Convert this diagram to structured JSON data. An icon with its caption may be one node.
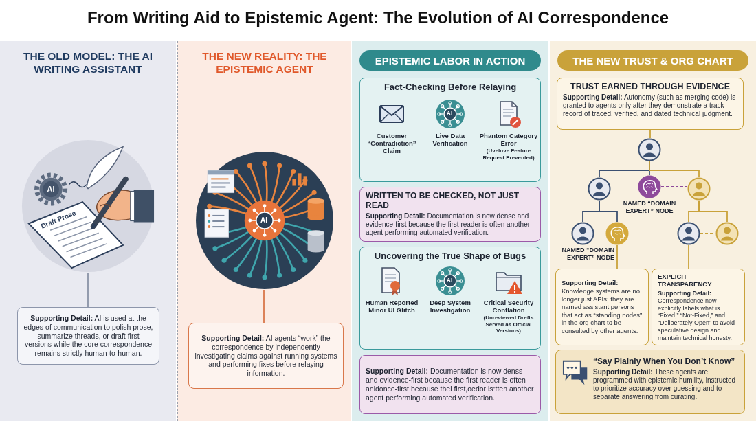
{
  "diagram": {
    "title": "From Writing Aid to Epistemic Agent: The Evolution of AI Correspondence",
    "nodes": [
      {
        "text": [
          "THE OLD MODEL: THE AI WRITING ASSISTANT"
        ]
      },
      {
        "text": [],
        "shape": "picture",
        "in": 0
      },
      {
        "text": [
          "**Supporting Detail:** AI is used at the edges of communication to polish prose, summarize threads, or draft first versions while the core correspondence remains strictly human-to-human."
        ],
        "in": 0
      },
      {
        "text": [
          "THE NEW REALITY: THE EPISTEMIC AGENT"
        ]
      },
      {
        "text": [],
        "shape": "picture",
        "in": 3
      },
      {
        "text": [
          "**Supporting Detail:** AI agents “work” the correspondence by independently investigating claims against running systems and performing fixes before relaying information."
        ],
        "in": 3
      },
      {
        "text": [
          "EPISTEMIC LABOR IN ACTION"
        ]
      },
      {
        "text": [
          "Fact-Checking Before Relaying"
        ],
        "in": 6
      },
      {
        "text": [
          "Customer “Contradiction” Claim"
        ],
        "in": 7
      },
      {
        "text": [
          "Live Data Verification"
        ],
        "in": 7
      },
      {
        "text": [
          "Phantom Category Error",
          "(Uvelove Feature Request Prevented)"
        ],
        "in": 7
      },
      {
        "text": [
          "WRITTEN TO BE CHECKED, NOT JUST READ",
          "**Supporting Detail:** Documentation is now dense and evidence-first because the first reader is often another agent performing automated verification."
        ],
        "in": 6
      },
      {
        "text": [
          "Uncovering the True Shape of Bugs"
        ],
        "in": 6
      },
      {
        "text": [
          "Human Reported Minor UI Glitch"
        ],
        "in": 12
      },
      {
        "text": [
          "Deep System Investigation"
        ],
        "in": 12
      },
      {
        "text": [
          "Critical Security Conflation",
          "(Unreviewed Drefts Served as Official Versions)"
        ],
        "in": 12
      },
      {
        "text": [
          "**Supporting Detail:** Documentation is now denss and evidence-first because the first reader is often anidonce-first because thei first,oedor is:tten another agent performing automated verification."
        ],
        "in": 6
      },
      {
        "text": [
          "THE NEW TRUST & ORG CHART"
        ]
      },
      {
        "text": [
          "TRUST EARNED THROUGH EVIDENCE",
          "**Supporting Detail:** Autonomy (such as merging code) is granted to agents only after they demonstrate a track record of traced, verified, and dated technical judgment."
        ],
        "in": 17
      },
      {
        "text": [],
        "shape": "person",
        "in": 17
      },
      {
        "text": [],
        "shape": "person",
        "in": 17
      },
      {
        "text": [],
        "shape": "circle",
        "in": 17,
        "beside": [
          "NAMED “DOMAIN EXPERT” NODE"
        ]
      },
      {
        "text": [],
        "shape": "person",
        "in": 17
      },
      {
        "text": [],
        "shape": "person",
        "in": 17
      },
      {
        "text": [],
        "shape": "circle",
        "in": 17,
        "beside": [
          "NAMED “DOMAIN EXPERT” NODE"
        ]
      },
      {
        "text": [],
        "shape": "person",
        "in": 17
      },
      {
        "text": [],
        "shape": "person",
        "in": 17
      },
      {
        "text": [
          "**Supporting Detail:** Knowledge systems are no longer just APIs; they are named assistant persons that act as “standing nodes” in the org chart to be consulted by other agents."
        ],
        "in": 17
      },
      {
        "text": [
          "EXPLICIT TRANSPARENCY",
          "**Supporting Detail:** Correspondence now explicitly labels what is “Fixed,” “Not-Fixed,” and “Deliberately Open” to avoid speculative design and maintain technical honesty."
        ],
        "in": 17
      },
      {
        "text": [
          "“Say Plainly When You Don’t Know”",
          "**Supporting Detail:** These agents are programmed with epistemic humility, instructed to prioritize accuracy over guessing and to separate answering from curating."
        ],
        "in": 17
      }
    ],
    "edges": [
      {
        "from": 1,
        "to": 2,
        "arrow": "none",
        "color": "#8a93a6"
      },
      {
        "from": 4,
        "to": 5,
        "arrow": "none",
        "color": "#d9774a"
      },
      {
        "from": 18,
        "to": 19,
        "arrow": "none"
      },
      {
        "from": 19,
        "to": 20,
        "arrow": "none",
        "color": "#3b5071"
      },
      {
        "from": 19,
        "to": 21,
        "arrow": "none",
        "color": "#3b5071"
      },
      {
        "from": 19,
        "to": 22,
        "arrow": "none"
      },
      {
        "from": 21,
        "to": 22,
        "arrow": "none",
        "style": "dashed",
        "color": "#8e4a9b"
      },
      {
        "from": 20,
        "to": 23,
        "arrow": "none",
        "color": "#3b5071"
      },
      {
        "from": 20,
        "to": 24,
        "arrow": "none",
        "color": "#3b5071"
      },
      {
        "from": 22,
        "to": 25,
        "arrow": "none"
      },
      {
        "from": 22,
        "to": 26,
        "arrow": "none"
      },
      {
        "from": 25,
        "to": 26,
        "arrow": "none",
        "style": "dashed"
      },
      {
        "from": 24,
        "to": 27,
        "arrow": "none"
      },
      {
        "from": 25,
        "to": 28,
        "arrow": "none"
      }
    ],
    "labels": [
      "AI",
      "Draft Prose",
      "AI",
      "AI",
      "AI"
    ]
  }
}
